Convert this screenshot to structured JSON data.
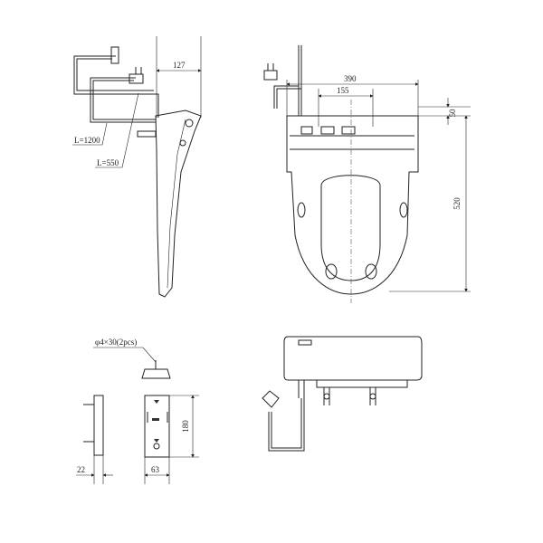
{
  "side_view": {
    "width_dim": "127",
    "cable_long": "L=1200",
    "cable_short": "L=550"
  },
  "top_view": {
    "width_dim": "390",
    "inner_dim": "155",
    "offset_dim": "50",
    "length_dim": "520"
  },
  "bracket": {
    "screw_note": "φ4×30(2pcs)",
    "height_dim": "180",
    "depth_dim": "22",
    "width_dim": "63"
  },
  "colors": {
    "line": "#222222",
    "background": "#ffffff"
  }
}
